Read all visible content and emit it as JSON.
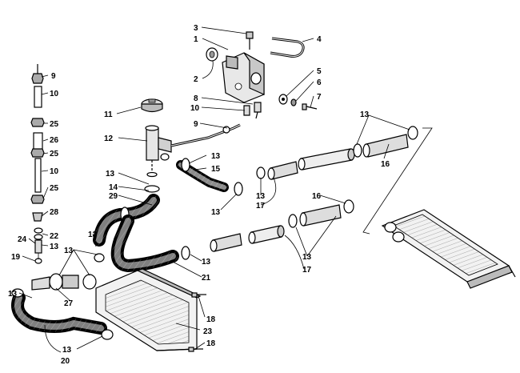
{
  "colors": {
    "ink": "#000000",
    "paper": "#ffffff",
    "shade": "#888888",
    "light": "#d8d8d8"
  },
  "callouts": {
    "c1": "1",
    "c2": "2",
    "c3": "3",
    "c4": "4",
    "c5": "5",
    "c6": "6",
    "c7": "7",
    "c8": "8",
    "c9a": "9",
    "c9b": "9",
    "c10a": "10",
    "c10b": "10",
    "c10c": "10",
    "c11": "11",
    "c12": "12",
    "c13a": "13",
    "c13b": "13",
    "c13c": "13",
    "c13d": "13",
    "c13e": "13",
    "c13f": "13",
    "c13g": "13",
    "c13h": "13",
    "c13i": "13",
    "c13j": "13",
    "c14": "14",
    "c15": "15",
    "c16a": "16",
    "c16b": "16",
    "c17a": "17",
    "c17b": "17",
    "c18a": "18",
    "c18b": "18",
    "c19": "19",
    "c20": "20",
    "c21": "21",
    "c22": "22",
    "c23": "23",
    "c24": "24",
    "c25a": "25",
    "c25b": "25",
    "c25c": "25",
    "c26": "26",
    "c27": "27",
    "c28": "28",
    "c29": "29"
  }
}
